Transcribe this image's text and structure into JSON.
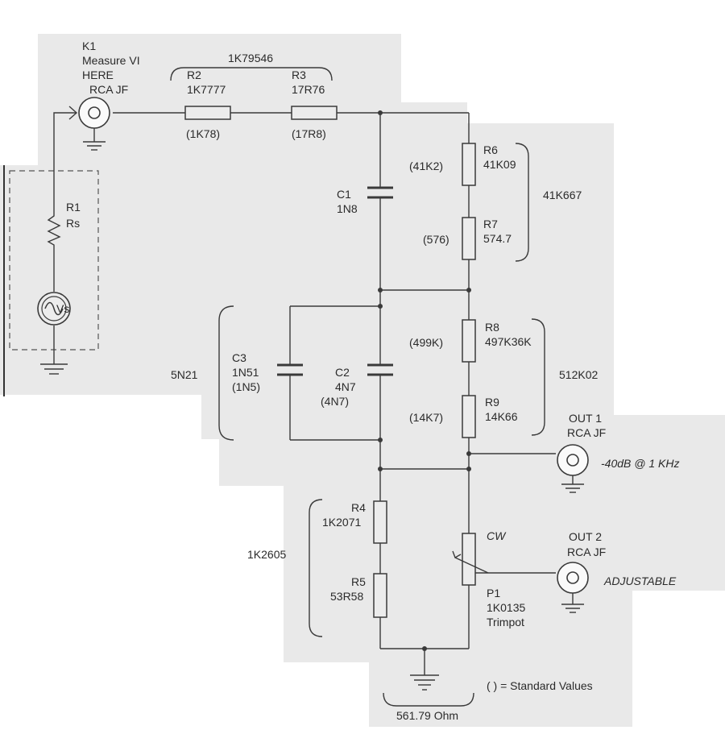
{
  "components": {
    "k1": {
      "ref": "K1",
      "note1": "Measure VI",
      "note2": "HERE",
      "type": "RCA JF"
    },
    "r1": {
      "ref": "R1",
      "value": "Rs"
    },
    "vs": {
      "label": "Vs"
    },
    "r2": {
      "ref": "R2",
      "value": "1K7777",
      "std": "(1K78)"
    },
    "r3": {
      "ref": "R3",
      "value": "17R76",
      "std": "(17R8)"
    },
    "r2_r3_total": "1K79546",
    "c1": {
      "ref": "C1",
      "value": "1N8"
    },
    "c2": {
      "ref": "C2",
      "value": "4N7",
      "std": "(4N7)"
    },
    "c3": {
      "ref": "C3",
      "value": "1N51",
      "std": "(1N5)"
    },
    "c2_c3_total": "5N21",
    "r6": {
      "ref": "R6",
      "value": "41K09",
      "std": "(41K2)"
    },
    "r7": {
      "ref": "R7",
      "value": "574.7",
      "std": "(576)"
    },
    "r6_r7_total": "41K667",
    "r8": {
      "ref": "R8",
      "value": "497K36K",
      "std": "(499K)"
    },
    "r9": {
      "ref": "R9",
      "value": "14K66",
      "std": "(14K7)"
    },
    "r8_r9_total": "512K02",
    "r4": {
      "ref": "R4",
      "value": "1K2071"
    },
    "r5": {
      "ref": "R5",
      "value": "53R58"
    },
    "r4_r5_total": "1K2605",
    "p1": {
      "ref": "P1",
      "value": "1K0135",
      "type": "Trimpot",
      "cw": "CW"
    },
    "out1": {
      "ref": "OUT 1",
      "type": "RCA JF",
      "note": "-40dB @ 1 KHz"
    },
    "out2": {
      "ref": "OUT 2",
      "type": "RCA JF",
      "note": "ADJUSTABLE"
    },
    "ground_total": "561.79 Ohm"
  },
  "legend": "( ) = Standard Values"
}
